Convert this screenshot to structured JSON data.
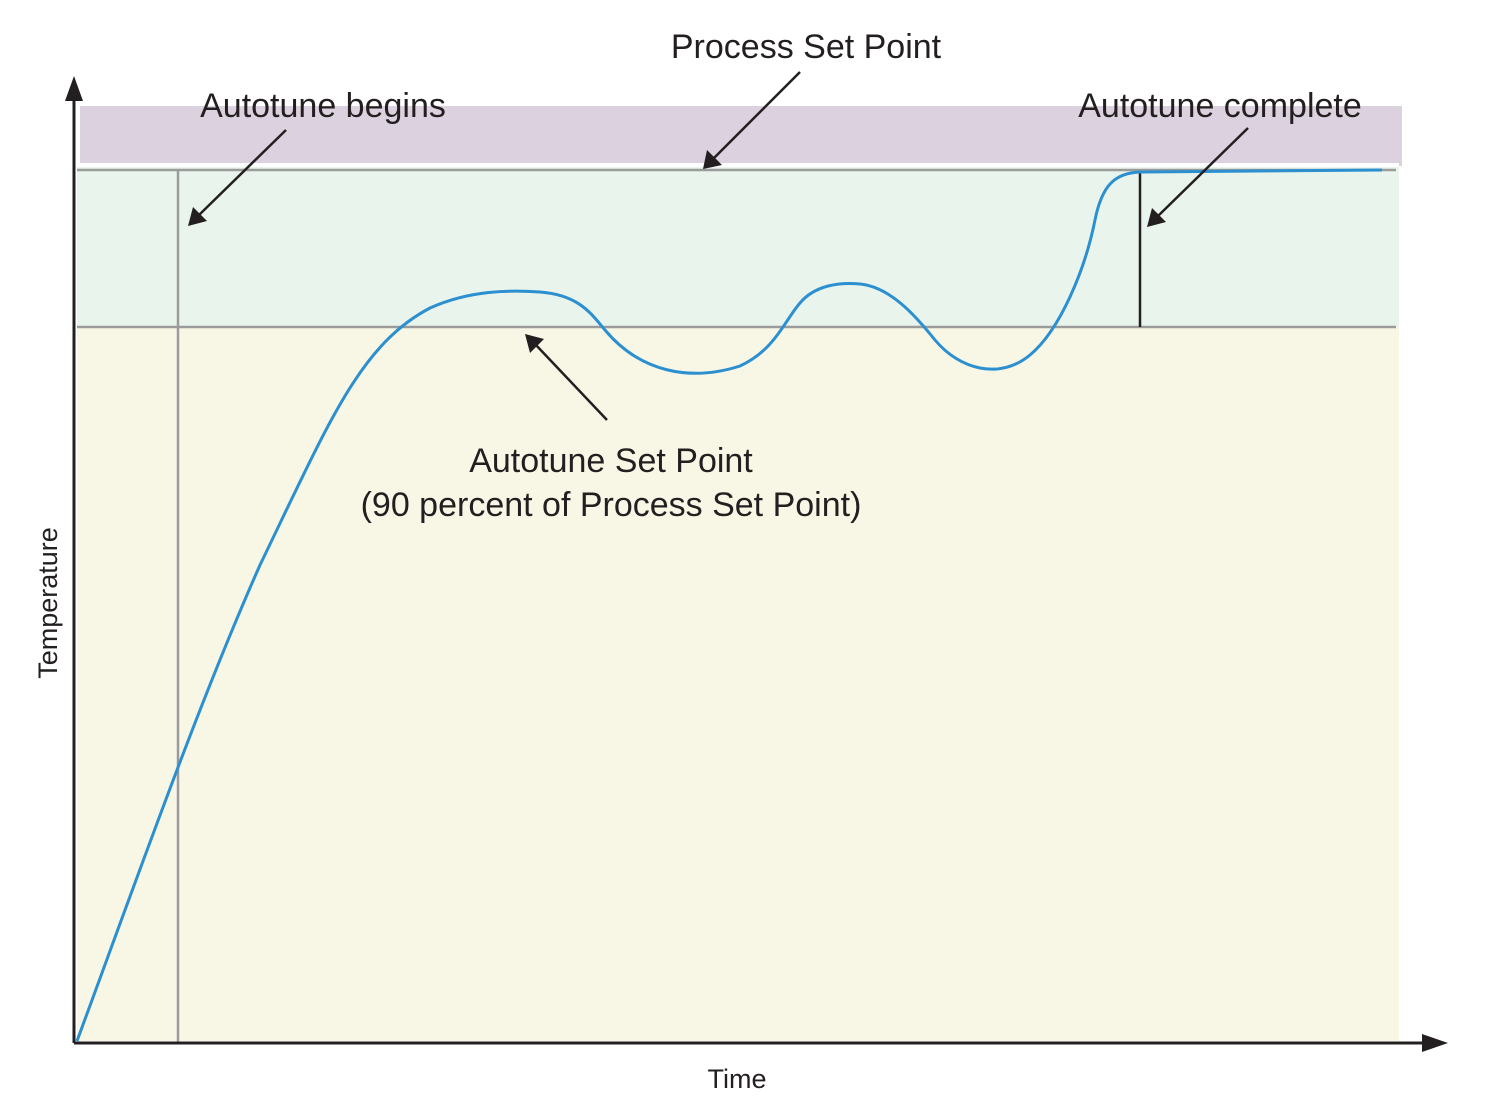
{
  "labels": {
    "process_set_point": "Process Set Point",
    "autotune_begins": "Autotune begins",
    "autotune_complete": "Autotune complete",
    "autotune_set_point_line1": "Autotune Set Point",
    "autotune_set_point_line2": "(90 percent of Process Set Point)"
  },
  "axes": {
    "x_label": "Time",
    "y_label": "Temperature"
  },
  "colors": {
    "curve": "#2b8fd0",
    "band_above_process": "#dcd1de",
    "band_between_setpoints": "#e9f4ec",
    "band_below_autotune": "#f8f7e6",
    "setpoint_lines": "#9b9b9b",
    "axes": "#231f20",
    "text": "#231f20"
  },
  "relations": {
    "autotune_set_point_percent_of_process": 90
  }
}
